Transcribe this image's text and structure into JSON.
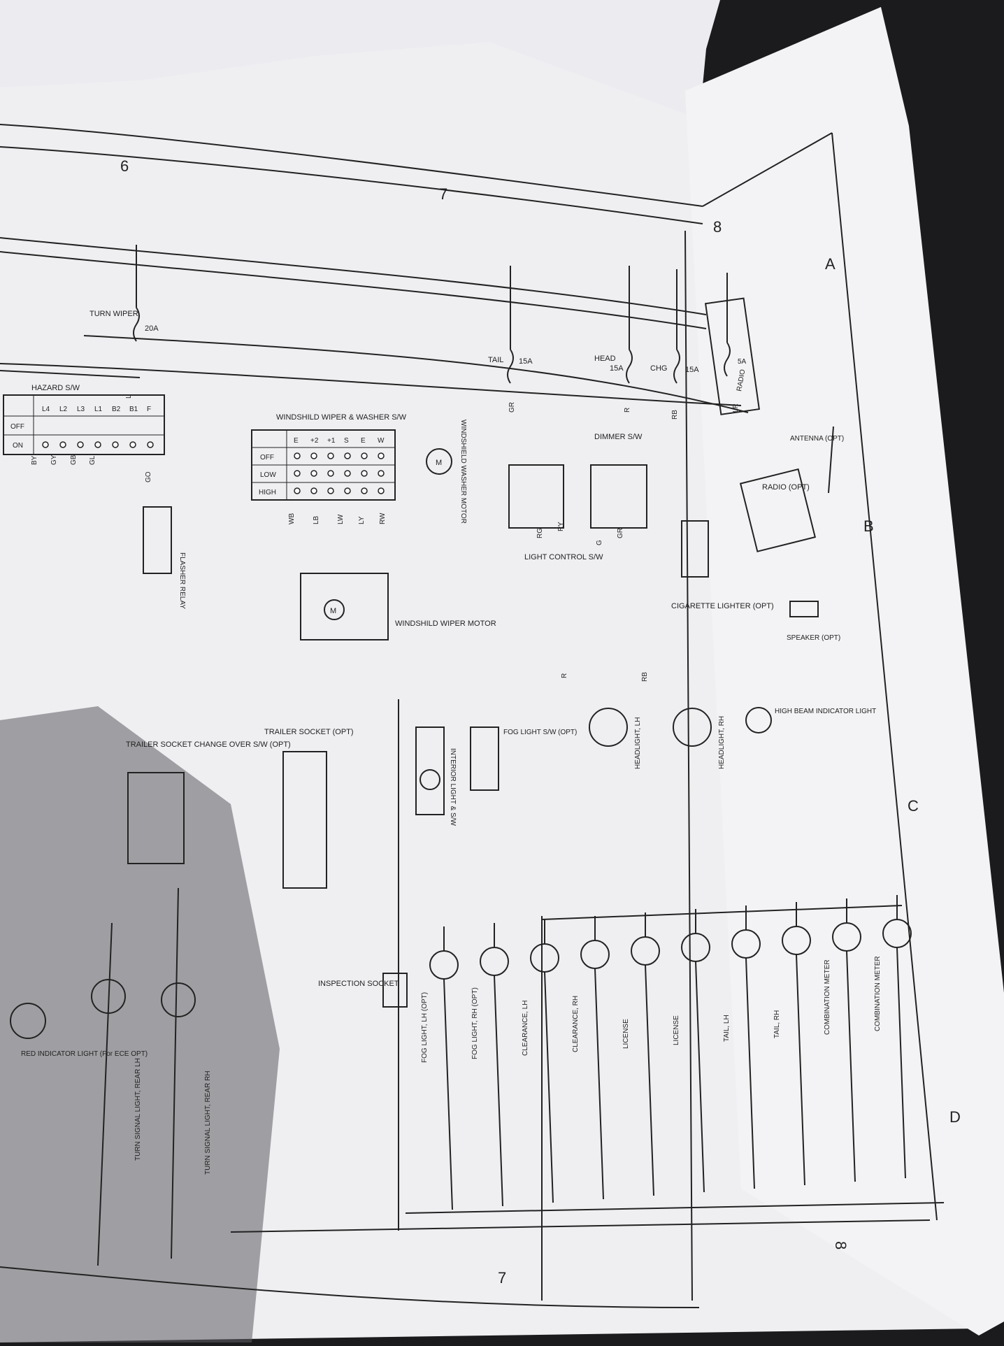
{
  "grid": {
    "columns": [
      "6",
      "7",
      "8"
    ],
    "rows": [
      "A",
      "B",
      "C",
      "D"
    ]
  },
  "fuses": [
    {
      "name": "TURN WIPER",
      "rating": "20A"
    },
    {
      "name": "TAIL",
      "rating": "15A"
    },
    {
      "name": "HEAD",
      "rating": "15A"
    },
    {
      "name": "CHG",
      "rating": "15A"
    },
    {
      "name": "RADIO",
      "rating": "5A"
    }
  ],
  "hazard_switch": {
    "title": "HAZARD S/W",
    "terminals": [
      "L4",
      "L2",
      "L3",
      "L1",
      "B2",
      "B1",
      "F"
    ],
    "positions": [
      "OFF",
      "ON"
    ]
  },
  "wiper_switch": {
    "title": "WINDSHILD WIPER & WASHER S/W",
    "terminals": [
      "E",
      "+2",
      "+1",
      "S",
      "E",
      "W"
    ],
    "positions": [
      "OFF",
      "LOW",
      "HIGH"
    ]
  },
  "components": {
    "washer_motor": "WINDSHIELD WASHER MOTOR",
    "flasher_relay": "FLASHER RELAY",
    "wiper_motor": "WINDSHILD WIPER MOTOR",
    "light_control": "LIGHT CONTROL S/W",
    "dimmer": "DIMMER S/W",
    "cigarette": "CIGARETTE LIGHTER (OPT)",
    "antenna": "ANTENNA (OPT)",
    "radio": "RADIO (OPT)",
    "speaker": "SPEAKER (OPT)",
    "trailer_change": "TRAILER SOCKET CHANGE OVER S/W (OPT)",
    "trailer_socket": "TRAILER SOCKET (OPT)",
    "interior_light": "INTERIOR LIGHT & S/W",
    "fog_sw": "FOG LIGHT S/W (OPT)",
    "inspection": "INSPECTION SOCKET",
    "headlight_lh": "HEADLIGHT, LH",
    "headlight_rh": "HEADLIGHT, RH",
    "high_beam": "HIGH BEAM INDICATOR LIGHT",
    "red_indicator": "RED INDICATOR LIGHT (For ECE OPT)",
    "turn_rear_lh": "TURN SIGNAL LIGHT, REAR LH",
    "turn_rear_rh": "TURN SIGNAL LIGHT, REAR RH"
  },
  "bottom_lamps": [
    "FOG LIGHT, LH (OPT)",
    "FOG LIGHT, RH (OPT)",
    "CLEARANCE, LH",
    "CLEARANCE, RH",
    "LICENSE",
    "LICENSE",
    "TAIL, LH",
    "TAIL, RH",
    "COMBINATION METER",
    "COMBINATION METER"
  ],
  "wire_codes": [
    "GR",
    "R",
    "RB",
    "LR",
    "L",
    "BY",
    "GY",
    "GB",
    "GL",
    "GO",
    "WB",
    "LB",
    "LW",
    "LY",
    "RW",
    "RY",
    "RG",
    "G"
  ]
}
